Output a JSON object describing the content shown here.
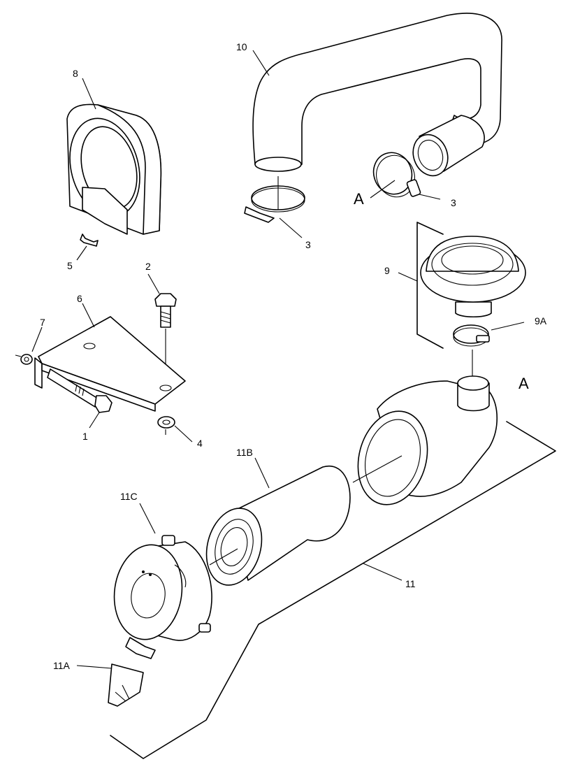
{
  "callouts": [
    {
      "id": "c10",
      "text": "10"
    },
    {
      "id": "c8",
      "text": "8"
    },
    {
      "id": "c3a",
      "text": "3"
    },
    {
      "id": "c3b",
      "text": "3"
    },
    {
      "id": "cA1",
      "text": "A"
    },
    {
      "id": "c5",
      "text": "5"
    },
    {
      "id": "c2",
      "text": "2"
    },
    {
      "id": "c6",
      "text": "6"
    },
    {
      "id": "c7",
      "text": "7"
    },
    {
      "id": "c9",
      "text": "9"
    },
    {
      "id": "c9A",
      "text": "9A"
    },
    {
      "id": "cA2",
      "text": "A"
    },
    {
      "id": "c1",
      "text": "1"
    },
    {
      "id": "c4",
      "text": "4"
    },
    {
      "id": "c11B",
      "text": "11B"
    },
    {
      "id": "c11C",
      "text": "11C"
    },
    {
      "id": "c11",
      "text": "11"
    },
    {
      "id": "c11A",
      "text": "11A"
    }
  ]
}
